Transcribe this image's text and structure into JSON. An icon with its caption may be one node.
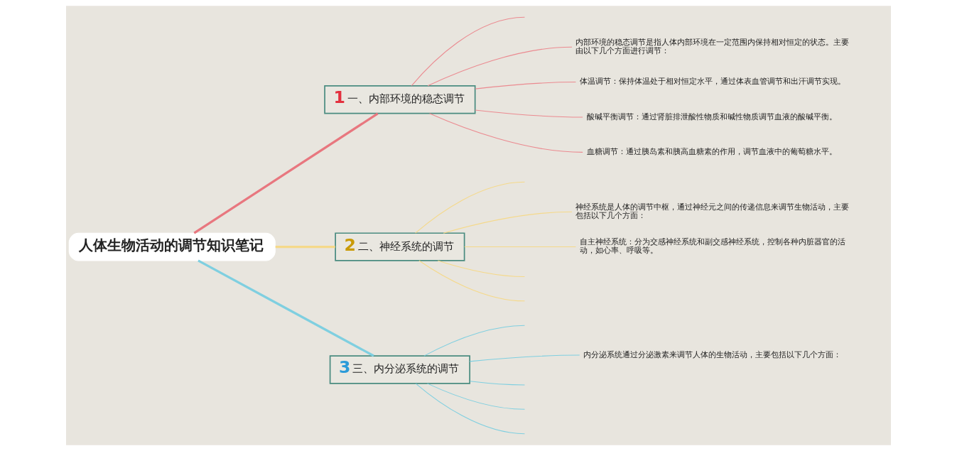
{
  "diagram": {
    "nodes": [
      {
        "text": [
          "人体生物活动的调节知识笔记"
        ]
      },
      {
        "text": [
          "1",
          "一、内部环境的稳态调节"
        ]
      },
      {
        "text": [
          "内部环境的稳态调节是指人体内部环境在一定范围内保持相对恒定的状态。主要由以下几个方面进行调节："
        ]
      },
      {
        "text": [
          "体温调节：保持体温处于相对恒定水平，通过体表血管调节和出汗调节实现。"
        ]
      },
      {
        "text": [
          "酸碱平衡调节：通过肾脏排泄酸性物质和碱性物质调节血液的酸碱平衡。"
        ]
      },
      {
        "text": [
          "血糖调节：通过胰岛素和胰高血糖素的作用，调节血液中的葡萄糖水平。"
        ]
      },
      {
        "text": [
          "2",
          "二、神经系统的调节"
        ]
      },
      {
        "text": [
          "神经系统是人体的调节中枢，通过神经元之间的传递信息来调节生物活动，主要包括以下几个方面："
        ]
      },
      {
        "text": [
          "自主神经系统：分为交感神经系统和副交感神经系统，控制各种内脏器官的活动，如心率、呼吸等。"
        ]
      },
      {
        "text": [
          "3",
          "三、内分泌系统的调节"
        ]
      },
      {
        "text": [
          "内分泌系统通过分泌激素来调节人体的生物活动，主要包括以下几个方面："
        ]
      }
    ],
    "edges": [
      {
        "from": 0,
        "to": 1,
        "arrow": "none",
        "style": "thick",
        "color": "#e8777f"
      },
      {
        "from": 1,
        "to": null,
        "arrow": "none",
        "color": "#eb8a90"
      },
      {
        "from": 1,
        "to": 2,
        "arrow": "none",
        "color": "#eb8a90"
      },
      {
        "from": 1,
        "to": 3,
        "arrow": "none",
        "color": "#eb8a90"
      },
      {
        "from": 1,
        "to": 4,
        "arrow": "none",
        "color": "#eb8a90"
      },
      {
        "from": 1,
        "to": 5,
        "arrow": "none",
        "color": "#eb8a90"
      },
      {
        "from": 0,
        "to": 6,
        "arrow": "none",
        "style": "thick",
        "color": "#f5d98a"
      },
      {
        "from": 6,
        "to": null,
        "arrow": "none",
        "color": "#f5d98a"
      },
      {
        "from": 6,
        "to": 7,
        "arrow": "none",
        "color": "#f5d98a"
      },
      {
        "from": 6,
        "to": 8,
        "arrow": "none",
        "color": "#f5d98a"
      },
      {
        "from": 6,
        "to": null,
        "arrow": "none",
        "color": "#f5d98a"
      },
      {
        "from": 6,
        "to": null,
        "arrow": "none",
        "color": "#f5d98a"
      },
      {
        "from": 0,
        "to": 9,
        "arrow": "none",
        "style": "thick",
        "color": "#7fcfe0"
      },
      {
        "from": 9,
        "to": null,
        "arrow": "none",
        "color": "#7fcfe0"
      },
      {
        "from": 9,
        "to": 10,
        "arrow": "none",
        "color": "#7fcfe0"
      },
      {
        "from": 9,
        "to": null,
        "arrow": "none",
        "color": "#7fcfe0"
      },
      {
        "from": 9,
        "to": null,
        "arrow": "none",
        "color": "#7fcfe0"
      },
      {
        "from": 9,
        "to": null,
        "arrow": "none",
        "color": "#7fcfe0"
      }
    ]
  }
}
